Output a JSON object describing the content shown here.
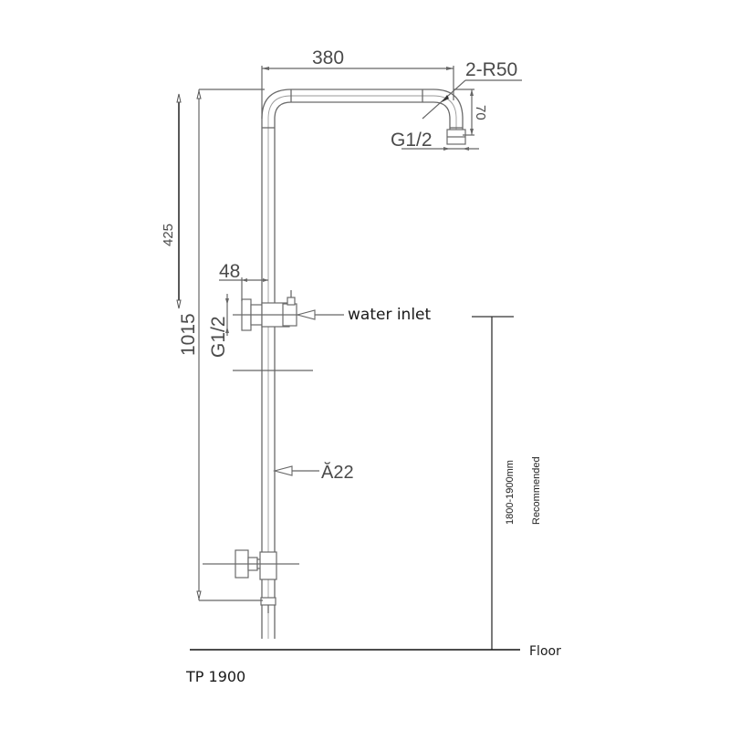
{
  "drawing": {
    "model": "TP 1900",
    "dimensions": {
      "arm_width": "380",
      "bend_radius": "2-R50",
      "head_drop": "70",
      "head_thread": "G1/2",
      "top_to_inlet": "425",
      "inlet_offset": "48",
      "inlet_thread": "G1/2",
      "total_height": "1015",
      "pipe_diameter": "Ă22"
    },
    "labels": {
      "water_inlet": "water inlet",
      "floor": "Floor",
      "height_range": "1800-1900mm",
      "recommended": "Recommended"
    },
    "colors": {
      "line": "#666666",
      "text": "#1a1a1a",
      "background": "#ffffff"
    }
  }
}
